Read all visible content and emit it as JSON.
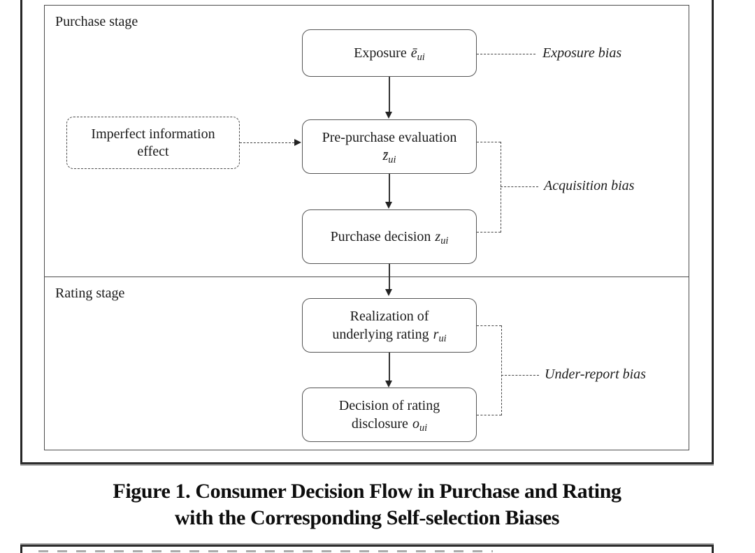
{
  "figure": {
    "stages": [
      {
        "label": "Purchase stage"
      },
      {
        "label": "Rating stage"
      }
    ],
    "nodes": {
      "exposure": {
        "text": "Exposure",
        "var": "ē",
        "sub": "ui"
      },
      "prepurchase": {
        "line1": "Pre-purchase evaluation",
        "var": "z̄",
        "sub": "ui"
      },
      "purchase_decision": {
        "text": "Purchase decision",
        "var": "z",
        "sub": "ui"
      },
      "realization": {
        "line1": "Realization of",
        "line2": "underlying rating",
        "var": "r",
        "sub": "ui"
      },
      "disclosure": {
        "line1": "Decision of rating",
        "line2": "disclosure",
        "var": "o",
        "sub": "ui"
      },
      "imperfect_information": {
        "line1": "Imperfect information",
        "line2": "effect"
      }
    },
    "bias_labels": {
      "exposure": "Exposure bias",
      "acquisition": "Acquisition bias",
      "under_report": "Under-report bias"
    },
    "caption": {
      "line1": "Figure 1. Consumer Decision Flow in Purchase and Rating",
      "line2": "with the Corresponding Self-selection Biases"
    },
    "colors": {
      "node_border": "#555555",
      "stage_border": "#4c4c4c",
      "dash": "#444444",
      "frame": "#262626",
      "text": "#1a1a1a"
    }
  }
}
